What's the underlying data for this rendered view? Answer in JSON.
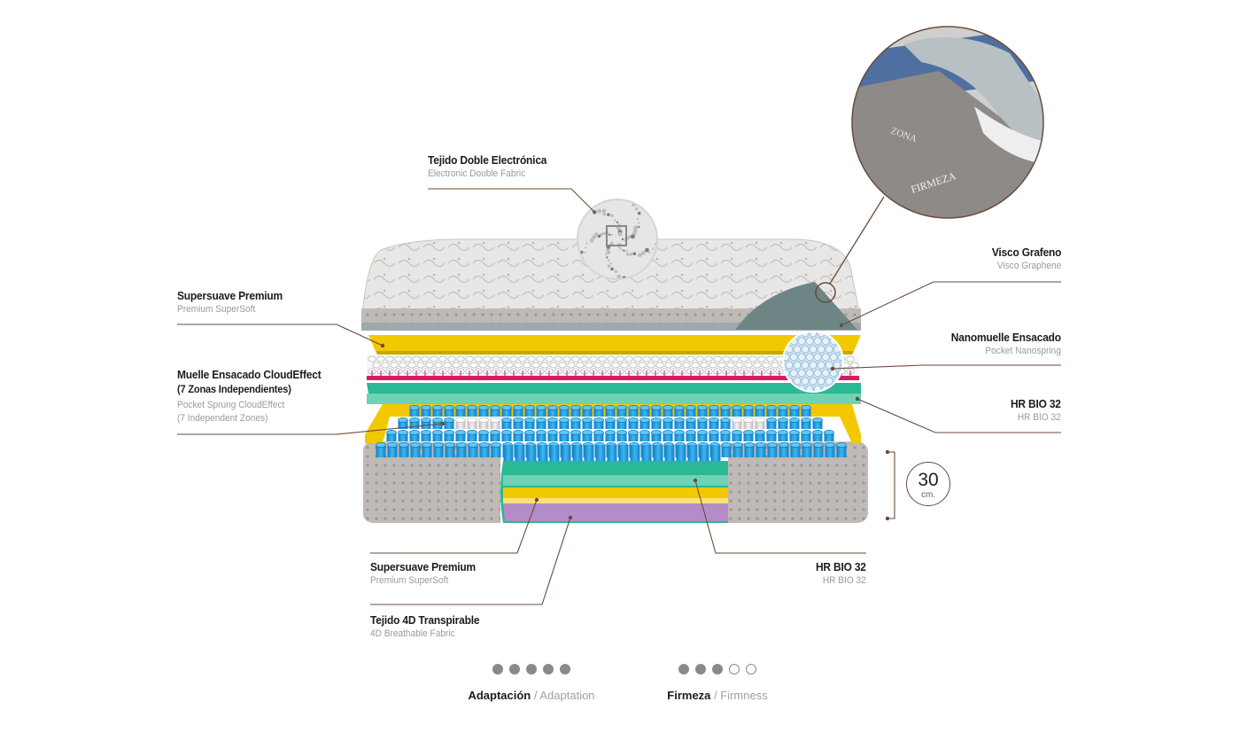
{
  "labels": {
    "top_fabric": {
      "main": "Tejido Doble Electrónica",
      "sub": "Electronic Double Fabric"
    },
    "supersoft_top": {
      "main": "Supersuave Premium",
      "sub": "Premium SuperSoft"
    },
    "cloud_spring": {
      "main": "Muelle Ensacado CloudEffect",
      "main2": "(7 Zonas Independientes)",
      "sub": "Pocket Sprung CloudEffect",
      "sub2": "(7 Independent Zones)"
    },
    "visco": {
      "main": "Visco Grafeno",
      "sub": "Visco Graphene"
    },
    "nanospring": {
      "main": "Nanomuelle Ensacado",
      "sub": "Pocket Nanospring"
    },
    "hr_top": {
      "main": "HR BIO 32",
      "sub": "HR BIO 32"
    },
    "supersoft_bottom": {
      "main": "Supersuave Premium",
      "sub": "Premium SuperSoft"
    },
    "hr_bottom": {
      "main": "HR BIO 32",
      "sub": "HR BIO 32"
    },
    "breathable": {
      "main": "Tejido 4D Transpirable",
      "sub": "4D Breathable Fabric"
    }
  },
  "height": {
    "value": "30",
    "unit": "cm."
  },
  "ratings": [
    {
      "name": "adaptation",
      "es": "Adaptación",
      "sep": " / ",
      "en": "Adaptation",
      "level": 5,
      "max": 5
    },
    {
      "name": "firmness",
      "es": "Firmeza",
      "sep": " / ",
      "en": "Firmness",
      "level": 3,
      "max": 5
    }
  ],
  "colors": {
    "grey_fabric": "#c9c6c3",
    "yellow_layer": "#f2c800",
    "pink_layer": "#d81b60",
    "green_layer": "#2bb894",
    "visco_layer": "#6d8585",
    "blue_spring": "#1e9fe0",
    "purple_layer": "#b48cc8",
    "leader_line": "#6b4a3a"
  },
  "detail_inset": {
    "text_a": "FIRMEZA",
    "text_b": "ZONA"
  }
}
